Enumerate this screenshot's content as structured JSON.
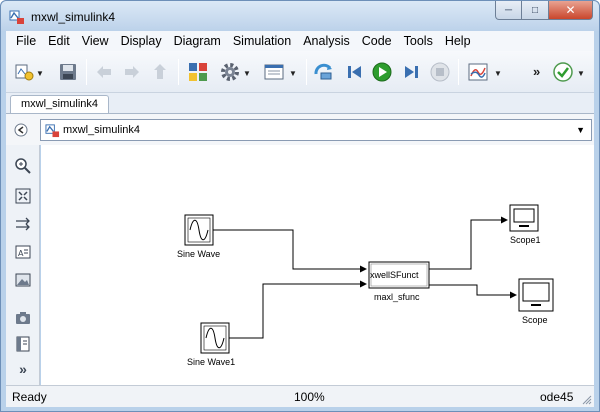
{
  "window": {
    "title": "mxwl_simulink4"
  },
  "menu": [
    "File",
    "Edit",
    "View",
    "Display",
    "Diagram",
    "Simulation",
    "Analysis",
    "Code",
    "Tools",
    "Help"
  ],
  "tab": {
    "label": "mxwl_simulink4"
  },
  "address": {
    "path": "mxwl_simulink4"
  },
  "blocks": {
    "sine_wave": {
      "label": "Sine Wave"
    },
    "sine_wave1": {
      "label": "Sine Wave1"
    },
    "sfunc": {
      "text": "xwellSFunct",
      "label": "maxl_sfunc"
    },
    "scope1": {
      "label": "Scope1"
    },
    "scope": {
      "label": "Scope"
    }
  },
  "status": {
    "state": "Ready",
    "zoom": "100%",
    "solver": "ode45"
  },
  "colors": {
    "play": "#2e9d2e",
    "accent": "#3a6fb0"
  }
}
